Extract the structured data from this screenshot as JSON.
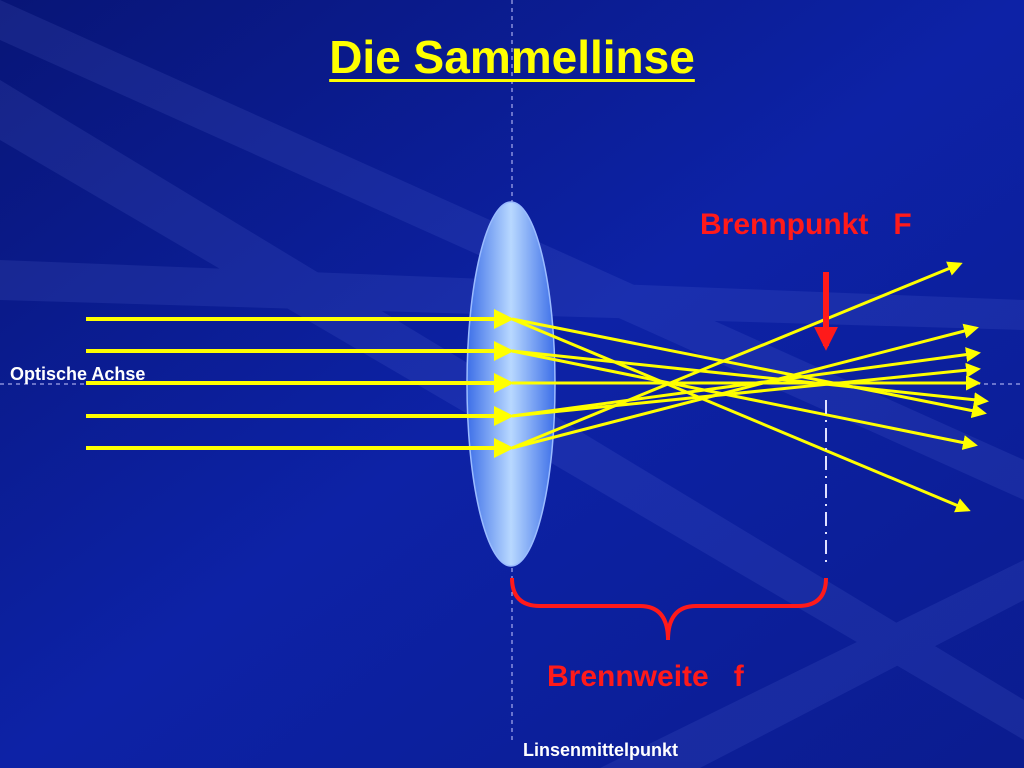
{
  "title": "Die Sammellinse",
  "labels": {
    "optical_axis": "Optische Achse",
    "focal_point": "Brennpunkt   F",
    "focal_length": "Brennweite   f",
    "lens_center": "Linsenmittelpunkt"
  },
  "colors": {
    "background": "#0a1a8c",
    "rays": "#ffff00",
    "title": "#ffff00",
    "focal_marker": "#ff1a1a",
    "guide_lines": "#c8c8ff"
  }
}
